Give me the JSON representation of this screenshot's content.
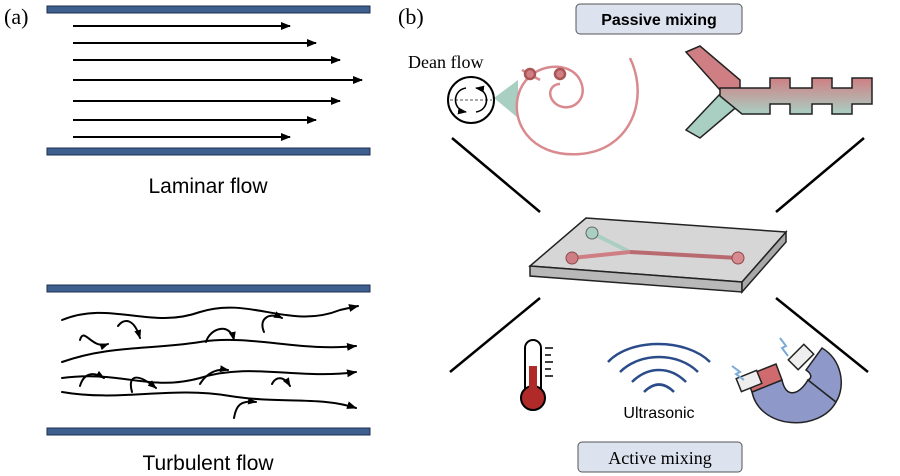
{
  "panel_a": {
    "label": "(a)",
    "laminar_caption": "Laminar flow",
    "turbulent_caption": "Turbulent flow"
  },
  "panel_b": {
    "label": "(b)",
    "passive_label": "Passive mixing",
    "active_label": "Active mixing",
    "dean_flow_label": "Dean flow",
    "ultrasonic_label": "Ultrasonic"
  },
  "colors": {
    "wall": "#3f5f8f",
    "red_fluid": "#cf7f83",
    "green_fluid": "#a9cfc3",
    "box_fill": "#dce3ee",
    "chip": "#d6d6d6",
    "magnet_blue": "#8e98c9",
    "thermo_red": "#b02a2a"
  }
}
